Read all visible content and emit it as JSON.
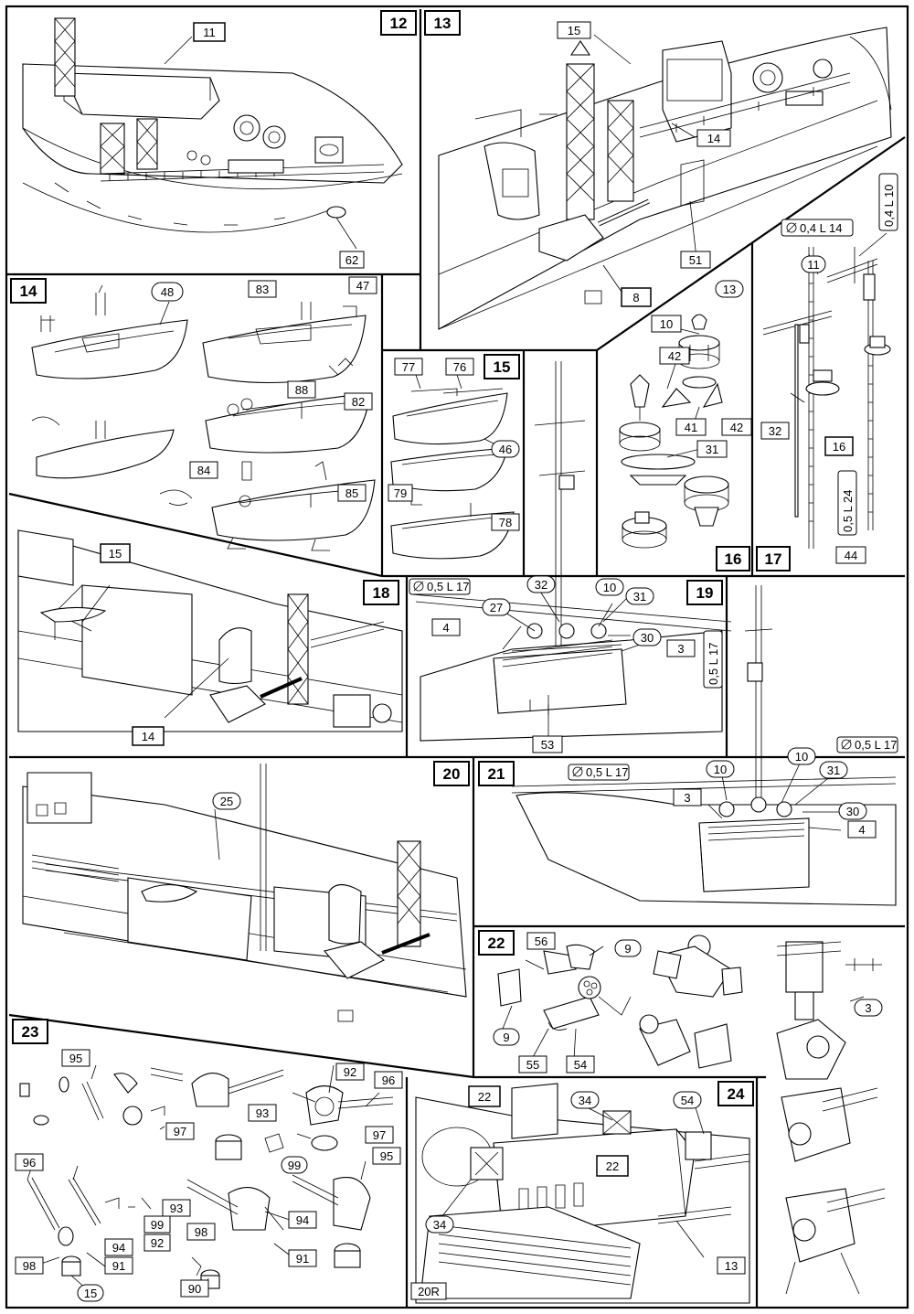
{
  "panels": [
    {
      "step": "12",
      "side": "right",
      "part_labels": [
        {
          "text": "11",
          "shape": "box"
        },
        {
          "text": "62",
          "shape": "box"
        }
      ]
    },
    {
      "step": "13",
      "side": "left",
      "part_labels": [
        {
          "text": "15",
          "shape": "box"
        },
        {
          "text": "14",
          "shape": "box"
        },
        {
          "text": "51",
          "shape": "box"
        },
        {
          "text": "8",
          "shape": "box"
        }
      ]
    },
    {
      "step": "14",
      "side": "left",
      "part_labels": [
        {
          "text": "48",
          "shape": "oval"
        },
        {
          "text": "83",
          "shape": "box"
        },
        {
          "text": "47",
          "shape": "box"
        },
        {
          "text": "88",
          "shape": "box"
        },
        {
          "text": "82",
          "shape": "box"
        },
        {
          "text": "84",
          "shape": "box"
        },
        {
          "text": "85",
          "shape": "box"
        }
      ]
    },
    {
      "step": "15",
      "side": "right",
      "part_labels": [
        {
          "text": "77",
          "shape": "box"
        },
        {
          "text": "76",
          "shape": "box"
        },
        {
          "text": "46",
          "shape": "oval"
        },
        {
          "text": "79",
          "shape": "box"
        },
        {
          "text": "78",
          "shape": "box"
        }
      ]
    },
    {
      "step": "16",
      "side": "right",
      "part_labels": [
        {
          "text": "13",
          "shape": "oval"
        },
        {
          "text": "10",
          "shape": "box"
        },
        {
          "text": "42",
          "shape": "box"
        },
        {
          "text": "41",
          "shape": "box"
        },
        {
          "text": "42",
          "shape": "box"
        },
        {
          "text": "31",
          "shape": "box"
        }
      ]
    },
    {
      "step": "17",
      "side": "right",
      "part_labels": [
        {
          "text": "11",
          "shape": "oval"
        },
        {
          "text": "32",
          "shape": "box"
        },
        {
          "text": "16",
          "shape": "box"
        },
        {
          "text": "44",
          "shape": "box"
        }
      ],
      "rods": [
        "0,4 L 14",
        "0,4 L 10",
        "0,5 L 24"
      ]
    },
    {
      "step": "18",
      "side": "right",
      "part_labels": [
        {
          "text": "15",
          "shape": "box"
        },
        {
          "text": "14",
          "shape": "box"
        }
      ]
    },
    {
      "step": "19",
      "side": "right",
      "part_labels": [
        {
          "text": "32",
          "shape": "oval"
        },
        {
          "text": "27",
          "shape": "oval"
        },
        {
          "text": "10",
          "shape": "oval"
        },
        {
          "text": "31",
          "shape": "oval"
        },
        {
          "text": "4",
          "shape": "box"
        },
        {
          "text": "30",
          "shape": "oval"
        },
        {
          "text": "3",
          "shape": "box"
        },
        {
          "text": "53",
          "shape": "box"
        }
      ],
      "rods": [
        "0,5 L 17",
        "0,5 L 17"
      ]
    },
    {
      "step": "20",
      "side": "right",
      "part_labels": [
        {
          "text": "25",
          "shape": "oval"
        }
      ]
    },
    {
      "step": "21",
      "side": "left",
      "part_labels": [
        {
          "text": "10",
          "shape": "oval"
        },
        {
          "text": "10",
          "shape": "oval"
        },
        {
          "text": "31",
          "shape": "oval"
        },
        {
          "text": "3",
          "shape": "box"
        },
        {
          "text": "30",
          "shape": "oval"
        },
        {
          "text": "4",
          "shape": "box"
        }
      ],
      "rods": [
        "0,5 L 17",
        "0,5 L 17"
      ]
    },
    {
      "step": "22",
      "side": "left",
      "part_labels": [
        {
          "text": "56",
          "shape": "box"
        },
        {
          "text": "9",
          "shape": "oval"
        },
        {
          "text": "9",
          "shape": "oval"
        },
        {
          "text": "55",
          "shape": "box"
        },
        {
          "text": "54",
          "shape": "box"
        },
        {
          "text": "3",
          "shape": "oval"
        }
      ]
    },
    {
      "step": "23",
      "side": "left",
      "part_labels": [
        {
          "text": "95",
          "shape": "box"
        },
        {
          "text": "97",
          "shape": "box"
        },
        {
          "text": "92",
          "shape": "box"
        },
        {
          "text": "96",
          "shape": "box"
        },
        {
          "text": "93",
          "shape": "box"
        },
        {
          "text": "97",
          "shape": "box"
        },
        {
          "text": "99",
          "shape": "oval"
        },
        {
          "text": "95",
          "shape": "box"
        },
        {
          "text": "96",
          "shape": "box"
        },
        {
          "text": "93",
          "shape": "box"
        },
        {
          "text": "99",
          "shape": "box"
        },
        {
          "text": "92",
          "shape": "box"
        },
        {
          "text": "94",
          "shape": "box"
        },
        {
          "text": "94",
          "shape": "box"
        },
        {
          "text": "98",
          "shape": "box"
        },
        {
          "text": "91",
          "shape": "box"
        },
        {
          "text": "98",
          "shape": "box"
        },
        {
          "text": "91",
          "shape": "box"
        },
        {
          "text": "90",
          "shape": "box"
        },
        {
          "text": "15",
          "shape": "oval"
        }
      ]
    },
    {
      "step": "24",
      "side": "right",
      "part_labels": [
        {
          "text": "22",
          "shape": "box"
        },
        {
          "text": "34",
          "shape": "oval"
        },
        {
          "text": "54",
          "shape": "oval"
        },
        {
          "text": "22",
          "shape": "box"
        },
        {
          "text": "34",
          "shape": "oval"
        },
        {
          "text": "13",
          "shape": "box"
        },
        {
          "text": "20R",
          "shape": "box"
        }
      ]
    }
  ]
}
